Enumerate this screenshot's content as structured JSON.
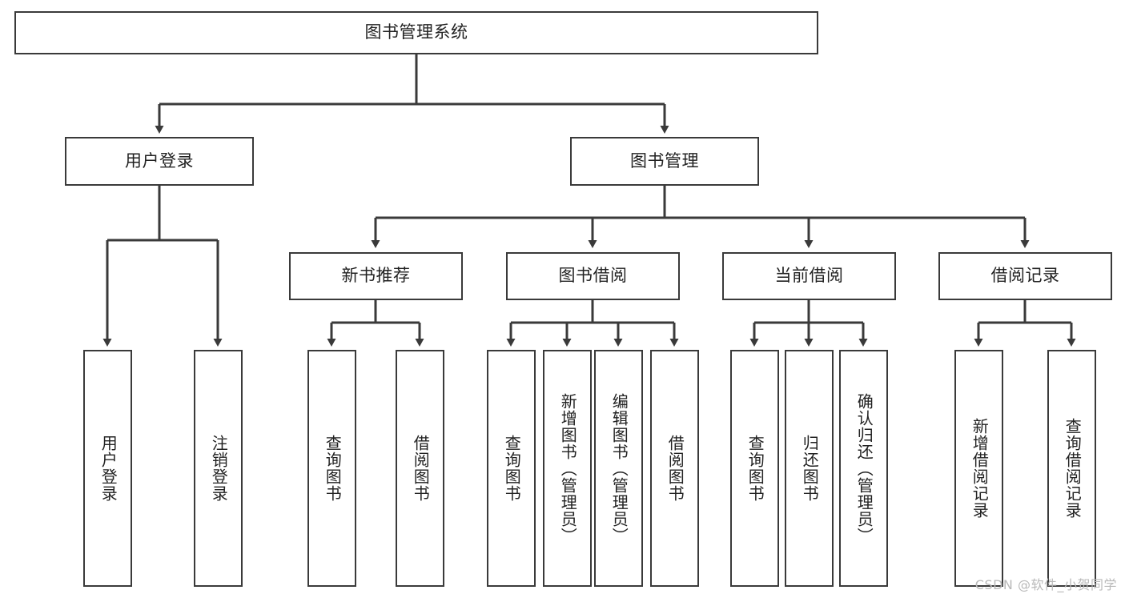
{
  "diagram": {
    "type": "tree-hierarchy-chart",
    "title": "图书管理系统",
    "watermark": "CSDN @软件_小贺同学",
    "style": {
      "box_border_color": "#3a3a3a",
      "box_fill_color": "#ffffff",
      "connector_color": "#3a3a3a",
      "text_color": "#222222",
      "background": "#ffffff"
    },
    "nodes": {
      "root": {
        "label": "图书管理系统",
        "orientation": "horizontal"
      },
      "level2": [
        {
          "id": "user-login",
          "label": "用户登录",
          "orientation": "horizontal"
        },
        {
          "id": "book-manage",
          "label": "图书管理",
          "orientation": "horizontal"
        }
      ],
      "level3": [
        {
          "id": "new-book-recommend",
          "label": "新书推荐",
          "orientation": "horizontal"
        },
        {
          "id": "book-borrow",
          "label": "图书借阅",
          "orientation": "horizontal"
        },
        {
          "id": "current-borrow",
          "label": "当前借阅",
          "orientation": "horizontal"
        },
        {
          "id": "borrow-record",
          "label": "借阅记录",
          "orientation": "horizontal"
        }
      ],
      "leaves": [
        {
          "id": "leaf-user-login",
          "label": "用户登录",
          "parent": "user-login",
          "orientation": "vertical"
        },
        {
          "id": "leaf-logout-login",
          "label": "注销登录",
          "parent": "user-login",
          "orientation": "vertical"
        },
        {
          "id": "leaf-query-book-1",
          "label": "查询图书",
          "parent": "new-book-recommend",
          "orientation": "vertical"
        },
        {
          "id": "leaf-borrow-book-1",
          "label": "借阅图书",
          "parent": "new-book-recommend",
          "orientation": "vertical"
        },
        {
          "id": "leaf-query-book-2",
          "label": "查询图书",
          "parent": "book-borrow",
          "orientation": "vertical"
        },
        {
          "id": "leaf-add-book",
          "label": "新增图书（管理员）",
          "parent": "book-borrow",
          "orientation": "vertical"
        },
        {
          "id": "leaf-edit-book",
          "label": "编辑图书（管理员）",
          "parent": "book-borrow",
          "orientation": "vertical"
        },
        {
          "id": "leaf-borrow-book-2",
          "label": "借阅图书",
          "parent": "book-borrow",
          "orientation": "vertical"
        },
        {
          "id": "leaf-query-book-3",
          "label": "查询图书",
          "parent": "current-borrow",
          "orientation": "vertical"
        },
        {
          "id": "leaf-return-book",
          "label": "归还图书",
          "parent": "current-borrow",
          "orientation": "vertical"
        },
        {
          "id": "leaf-confirm-return",
          "label": "确认归还（管理员）",
          "parent": "current-borrow",
          "orientation": "vertical"
        },
        {
          "id": "leaf-add-record",
          "label": "新增借阅记录",
          "parent": "borrow-record",
          "orientation": "vertical"
        },
        {
          "id": "leaf-query-record",
          "label": "查询借阅记录",
          "parent": "borrow-record",
          "orientation": "vertical"
        }
      ]
    }
  }
}
